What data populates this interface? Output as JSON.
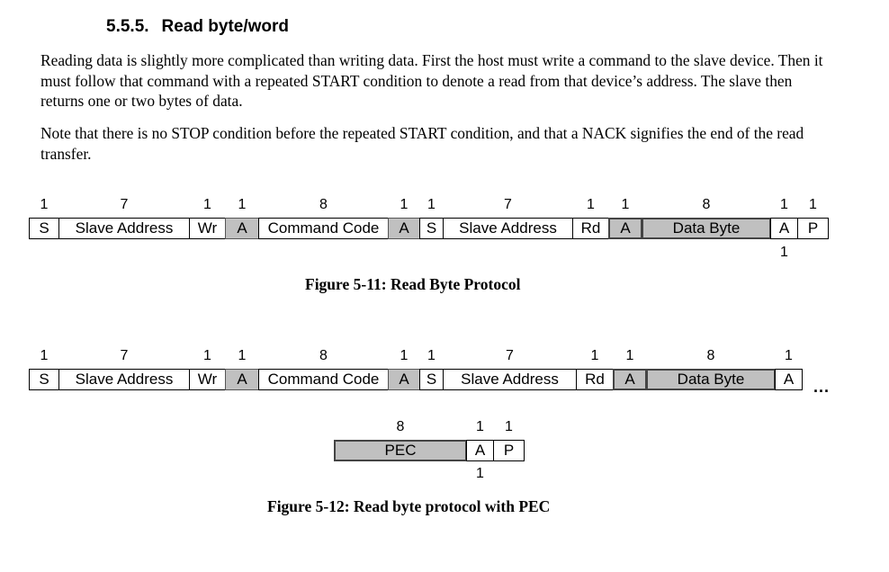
{
  "section": {
    "number": "5.5.5.",
    "title": "Read byte/word"
  },
  "paragraphs": [
    "Reading data is slightly more complicated than writing data.  First the host must write a command to the slave device.  Then it must follow that command with a repeated START condition to denote a read from that device’s address.  The slave then returns one or two bytes of data.",
    "Note that there is no STOP condition before the repeated START condition, and that a NACK signifies the end of the read transfer."
  ],
  "figure1": {
    "caption": "Figure 5-11: Read Byte Protocol",
    "fields": [
      {
        "label": "S",
        "bits": "1",
        "shaded": false
      },
      {
        "label": "Slave Address",
        "bits": "7",
        "shaded": false
      },
      {
        "label": "Wr",
        "bits": "1",
        "shaded": false
      },
      {
        "label": "A",
        "bits": "1",
        "shaded": true
      },
      {
        "label": "Command Code",
        "bits": "8",
        "shaded": false
      },
      {
        "label": "A",
        "bits": "1",
        "shaded": true
      },
      {
        "label": "S",
        "bits": "1",
        "shaded": false
      },
      {
        "label": "Slave Address",
        "bits": "7",
        "shaded": false
      },
      {
        "label": "Rd",
        "bits": "1",
        "shaded": false
      },
      {
        "label": "A",
        "bits": "1",
        "shaded": true
      },
      {
        "label": "Data Byte",
        "bits": "8",
        "shaded": true
      },
      {
        "label": "A",
        "bits": "1",
        "shaded": false,
        "bits_below": "1"
      },
      {
        "label": "P",
        "bits": "1",
        "shaded": false
      }
    ]
  },
  "figure2": {
    "caption": "Figure 5-12: Read byte protocol with PEC",
    "fields": [
      {
        "label": "S",
        "bits": "1",
        "shaded": false
      },
      {
        "label": "Slave Address",
        "bits": "7",
        "shaded": false
      },
      {
        "label": "Wr",
        "bits": "1",
        "shaded": false
      },
      {
        "label": "A",
        "bits": "1",
        "shaded": true
      },
      {
        "label": "Command Code",
        "bits": "8",
        "shaded": false
      },
      {
        "label": "A",
        "bits": "1",
        "shaded": true
      },
      {
        "label": "S",
        "bits": "1",
        "shaded": false
      },
      {
        "label": "Slave Address",
        "bits": "7",
        "shaded": false
      },
      {
        "label": "Rd",
        "bits": "1",
        "shaded": false
      },
      {
        "label": "A",
        "bits": "1",
        "shaded": true
      },
      {
        "label": "Data Byte",
        "bits": "8",
        "shaded": true
      },
      {
        "label": "A",
        "bits": "1",
        "shaded": false
      }
    ],
    "continuation": "...",
    "pec_fields": [
      {
        "label": "PEC",
        "bits": "8",
        "shaded": true
      },
      {
        "label": "A",
        "bits": "1",
        "shaded": false,
        "bits_below": "1"
      },
      {
        "label": "P",
        "bits": "1",
        "shaded": false
      }
    ]
  }
}
